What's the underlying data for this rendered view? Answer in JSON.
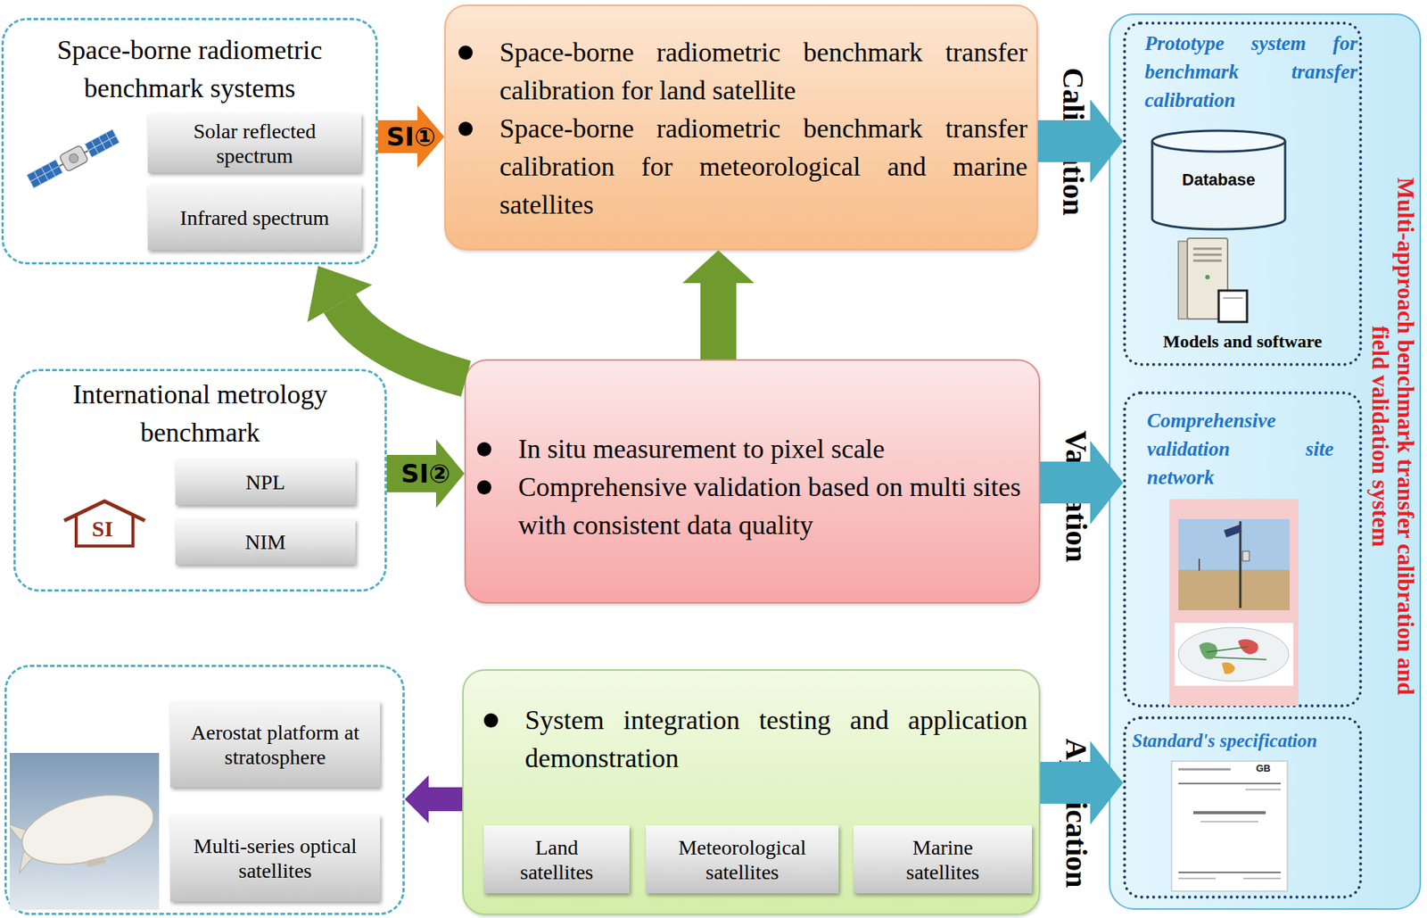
{
  "diagram": {
    "nodes": [
      {
        "text": [
          "Space-borne radiometric benchmark systems"
        ]
      },
      {
        "text": [
          "Solar reflected spectrum"
        ],
        "in": 0
      },
      {
        "text": [
          "Infrared spectrum"
        ],
        "in": 0
      },
      {
        "text": [
          "Space-borne radiometric benchmark transfer calibration for land satellite",
          "Space-borne radiometric benchmark transfer calibration for meteorological and marine satellites"
        ]
      },
      {
        "text": [
          "Multi-approach benchmark transfer calibration and field validation system"
        ]
      },
      {
        "text": [
          "Prototype system for benchmark transfer calibration",
          "Models and software"
        ],
        "in": 4
      },
      {
        "text": [
          "Database"
        ],
        "in": 5
      },
      {
        "text": [
          "International metrology benchmark"
        ]
      },
      {
        "text": [
          "NPL"
        ],
        "in": 7
      },
      {
        "text": [
          "NIM"
        ],
        "in": 7
      },
      {
        "text": [
          "In situ measurement to pixel scale",
          "Comprehensive validation based on multi sites with consistent data quality"
        ]
      },
      {
        "text": [
          "Comprehensive validation site network"
        ],
        "in": 4
      },
      {
        "text": []
      },
      {
        "text": [
          "Aerostat platform at stratosphere"
        ],
        "in": 12
      },
      {
        "text": [
          "Multi-series optical satellites"
        ],
        "in": 12
      },
      {
        "text": [
          "System integration testing and application demonstration"
        ]
      },
      {
        "text": [
          "Land satellites"
        ],
        "in": 15
      },
      {
        "text": [
          "Meteorological satellites"
        ],
        "in": 15
      },
      {
        "text": [
          "Marine satellites"
        ],
        "in": 15
      },
      {
        "text": [
          "Standard's specification"
        ],
        "in": 4
      }
    ],
    "edges": [
      {
        "from": 0,
        "to": 3,
        "arrow": "to",
        "label": "SI①"
      },
      {
        "from": 10,
        "to": 0,
        "arrow": "to",
        "label": "SI②"
      },
      {
        "from": 10,
        "to": 3,
        "arrow": "to",
        "label": "SI②"
      },
      {
        "from": 7,
        "to": 10,
        "arrow": "to",
        "label": "SI②"
      },
      {
        "from": 3,
        "to": 5,
        "arrow": "to",
        "label": "Calibration"
      },
      {
        "from": 10,
        "to": 11,
        "arrow": "to",
        "label": "Validation"
      },
      {
        "from": 15,
        "to": 19,
        "arrow": "to",
        "label": "Application"
      },
      {
        "from": 15,
        "to": 12,
        "arrow": "to"
      }
    ],
    "labels": [
      "SI",
      "GB"
    ]
  }
}
